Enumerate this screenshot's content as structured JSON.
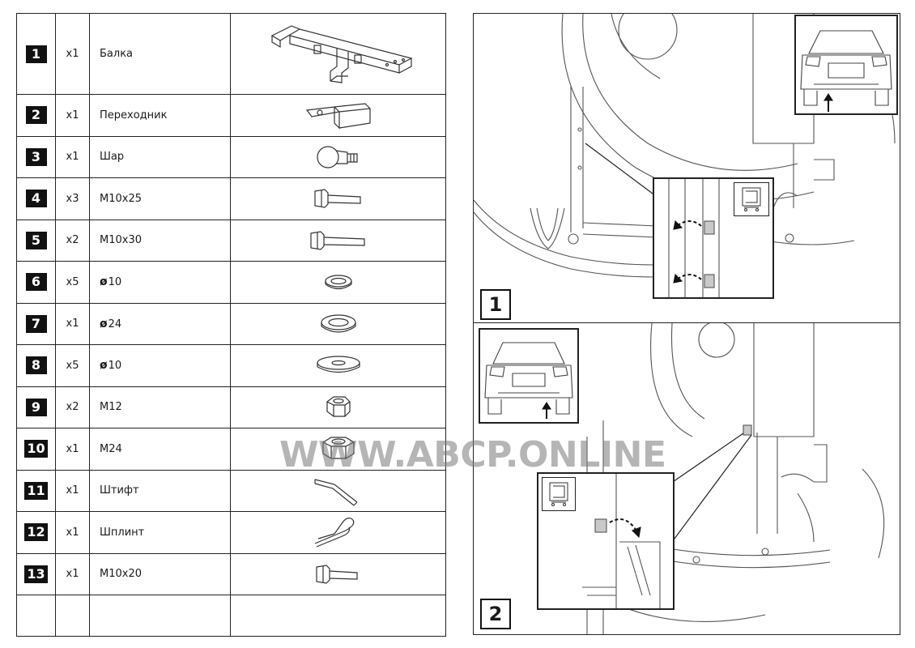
{
  "parts": [
    {
      "num": "1",
      "qty": "x1",
      "name": "Балка"
    },
    {
      "num": "2",
      "qty": "x1",
      "name": "Переходник"
    },
    {
      "num": "3",
      "qty": "x1",
      "name": "Шар"
    },
    {
      "num": "4",
      "qty": "x3",
      "name": "M10x25"
    },
    {
      "num": "5",
      "qty": "x2",
      "name": "M10x30"
    },
    {
      "num": "6",
      "qty": "x5",
      "name": "10"
    },
    {
      "num": "7",
      "qty": "x1",
      "name": "24"
    },
    {
      "num": "8",
      "qty": "x5",
      "name": "10"
    },
    {
      "num": "9",
      "qty": "x2",
      "name": "M12"
    },
    {
      "num": "10",
      "qty": "x1",
      "name": "M24"
    },
    {
      "num": "11",
      "qty": "x1",
      "name": "Штифт"
    },
    {
      "num": "12",
      "qty": "x1",
      "name": "Шплинт"
    },
    {
      "num": "13",
      "qty": "x1",
      "name": "M10x20"
    }
  ],
  "diameter_symbol": "ø",
  "steps": [
    {
      "number": "1"
    },
    {
      "number": "2"
    }
  ],
  "watermark": "WWW.ABCP.ONLINE",
  "icons": {
    "diameter": "diameter-icon",
    "arrow": "up-arrow-icon"
  }
}
